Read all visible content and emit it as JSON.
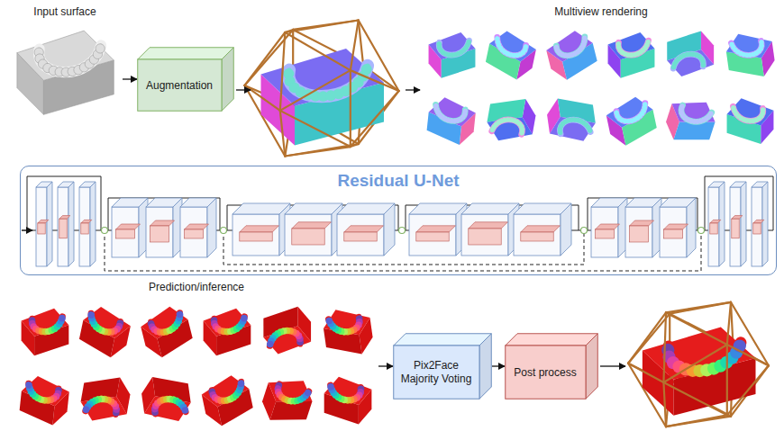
{
  "diagram": {
    "nodes": [
      {
        "text": [
          "Input surface"
        ]
      },
      {
        "text": [
          "Augmentation"
        ]
      },
      {
        "text": [
          "Multiview rendering"
        ]
      },
      {
        "text": [
          "Residual U-Net"
        ]
      },
      {
        "text": [
          "Prediction/inference"
        ]
      },
      {
        "text": [
          "Pix2Face Majority Voting"
        ]
      },
      {
        "text": [
          "Post process"
        ]
      }
    ],
    "edges": [
      {
        "from": 0,
        "to": 1,
        "arrow": "to"
      },
      {
        "from": 4,
        "to": 5,
        "arrow": "to"
      },
      {
        "from": 5,
        "to": 6,
        "arrow": "to"
      }
    ]
  }
}
